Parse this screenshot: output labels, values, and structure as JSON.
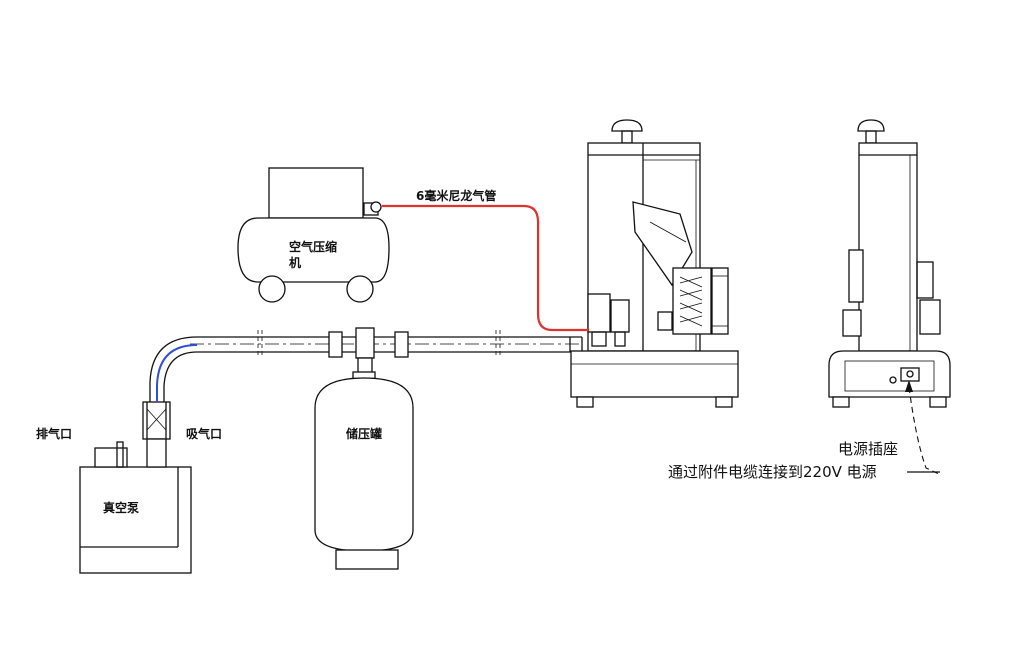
{
  "labels": {
    "compressor": "空气压缩",
    "compressor_cont": "机",
    "nylon_tube": "6毫米尼龙气管",
    "tank": "储压罐",
    "exhaust": "排气口",
    "intake": "吸气口",
    "pump": "真空泵",
    "power_socket": "电源插座",
    "power_note": "通过附件电缆连接到220V 电源"
  },
  "colors": {
    "line": "#111111",
    "air_tube": "#e0322c",
    "vacuum_tube": "#2f4fd8"
  }
}
